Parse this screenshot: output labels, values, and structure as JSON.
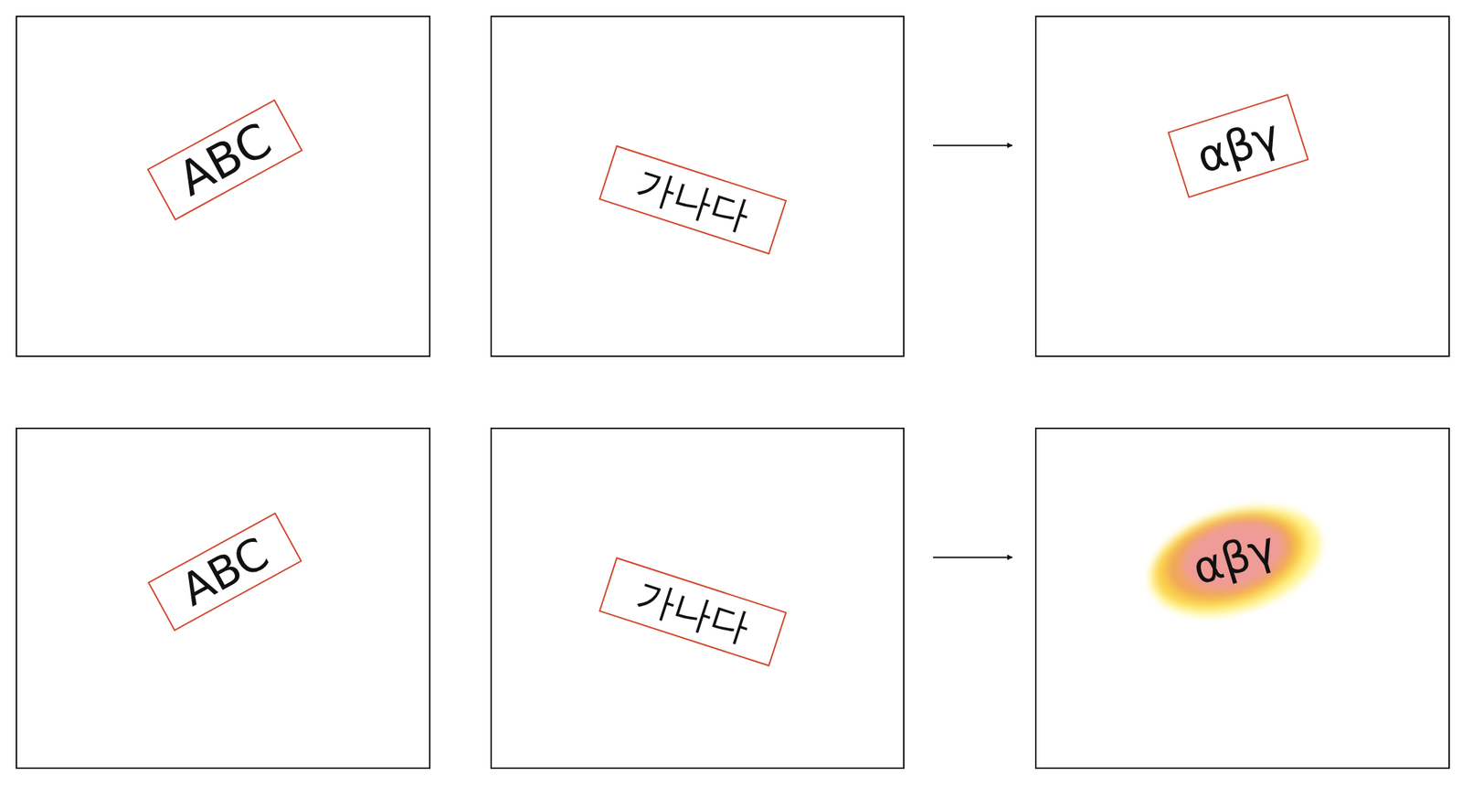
{
  "diagram": {
    "nodes": [
      {
        "text": []
      },
      {
        "text": [
          "ABC"
        ],
        "in": 0
      },
      {
        "text": []
      },
      {
        "text": [
          "가나다"
        ],
        "in": 2
      },
      {
        "text": []
      },
      {
        "text": [
          "αβγ"
        ],
        "in": 4
      },
      {
        "text": []
      },
      {
        "text": [
          "ABC"
        ],
        "in": 6
      },
      {
        "text": []
      },
      {
        "text": [
          "가나다"
        ],
        "in": 8
      },
      {
        "text": []
      },
      {
        "text": [
          "αβγ"
        ],
        "in": 10
      }
    ],
    "edges": [
      {
        "from": 2,
        "to": 4,
        "arrow": "to"
      },
      {
        "from": 8,
        "to": 10,
        "arrow": "to"
      }
    ]
  }
}
